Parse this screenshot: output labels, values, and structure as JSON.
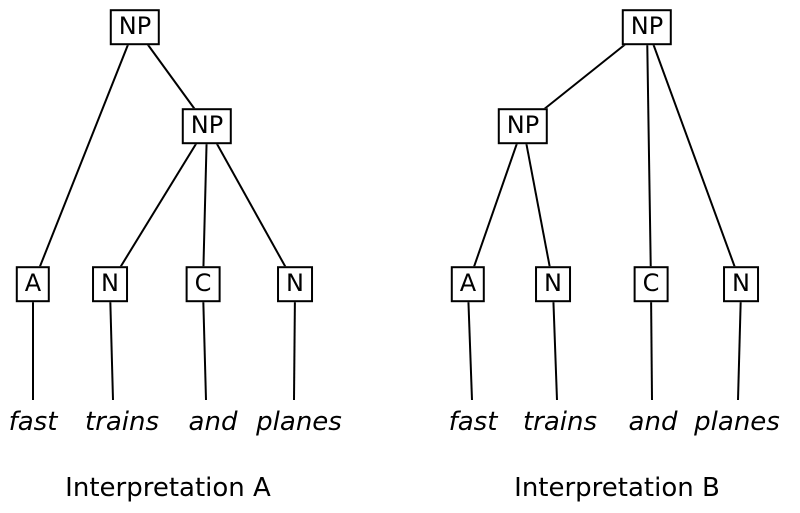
{
  "diagram_title": "",
  "colors": {
    "line": "#000000",
    "background": "#ffffff",
    "text": "#000000"
  },
  "trees": [
    {
      "caption": "Interpretation A",
      "root_label": "NP",
      "inner_label": "NP",
      "leaf_labels": [
        "A",
        "N",
        "C",
        "N"
      ],
      "words": [
        "fast",
        "trains",
        "and",
        "planes"
      ],
      "edges": [
        [
          "NP-root",
          "A"
        ],
        [
          "NP-root",
          "NP-inner"
        ],
        [
          "NP-inner",
          "N1"
        ],
        [
          "NP-inner",
          "C"
        ],
        [
          "NP-inner",
          "N2"
        ],
        [
          "A",
          "fast"
        ],
        [
          "N1",
          "trains"
        ],
        [
          "C",
          "and"
        ],
        [
          "N2",
          "planes"
        ]
      ]
    },
    {
      "caption": "Interpretation B",
      "root_label": "NP",
      "inner_label": "NP",
      "leaf_labels": [
        "A",
        "N",
        "C",
        "N"
      ],
      "words": [
        "fast",
        "trains",
        "and",
        "planes"
      ],
      "edges": [
        [
          "NP-root",
          "NP-inner"
        ],
        [
          "NP-root",
          "C"
        ],
        [
          "NP-root",
          "N2"
        ],
        [
          "NP-inner",
          "A"
        ],
        [
          "NP-inner",
          "N1"
        ],
        [
          "A",
          "fast"
        ],
        [
          "N1",
          "trains"
        ],
        [
          "C",
          "and"
        ],
        [
          "N2",
          "planes"
        ]
      ]
    }
  ]
}
